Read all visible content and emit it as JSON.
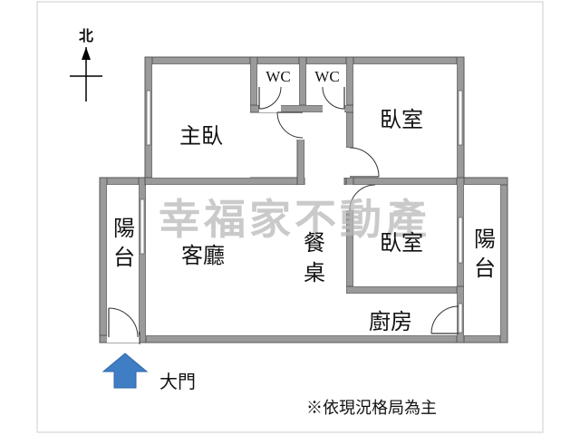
{
  "compass": {
    "label": "北"
  },
  "rooms": {
    "master_bedroom": "主臥",
    "wc_left": "WC",
    "wc_right": "WC",
    "bedroom_top": "臥室",
    "bedroom_mid": "臥室",
    "balcony_left": "陽台",
    "balcony_right": "陽台",
    "living_room": "客廳",
    "dining": "餐桌",
    "kitchen": "廚房"
  },
  "watermark": "幸福家不動產",
  "entrance": {
    "label": "大門"
  },
  "note": "※依現況格局為主",
  "colors": {
    "wall": "#9a9a9a",
    "wall_outline": "#555555",
    "arrow": "#3f7ec4",
    "frame": "#cccccc"
  }
}
